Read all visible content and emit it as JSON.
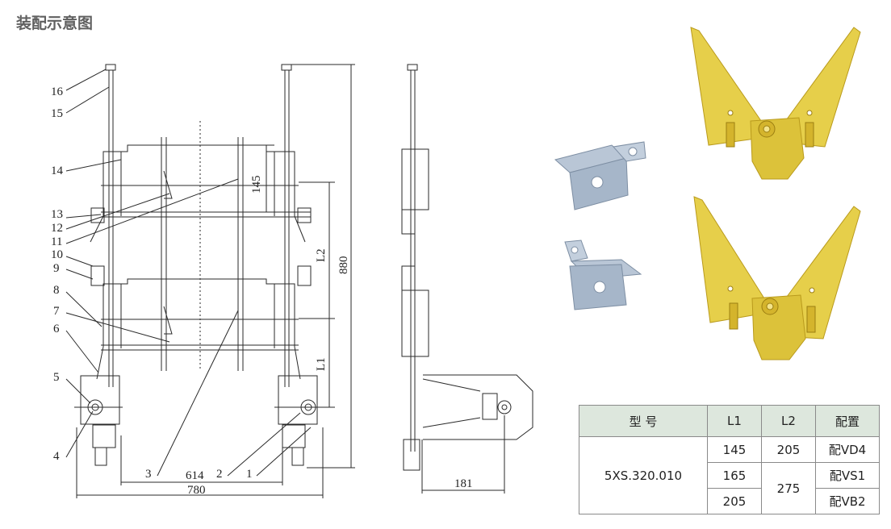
{
  "title": "装配示意图",
  "part_labels": [
    "16",
    "15",
    "14",
    "13",
    "12",
    "11",
    "10",
    "9",
    "8",
    "7",
    "6",
    "5",
    "4",
    "3",
    "2",
    "1"
  ],
  "dimensions": {
    "d145": "145",
    "L2": "L2",
    "d880": "880",
    "L1": "L1",
    "d614": "614",
    "d780": "780",
    "d181": "181"
  },
  "table": {
    "headers": [
      "型 号",
      "L1",
      "L2",
      "配置"
    ],
    "model": "5XS.320.010",
    "rows": [
      {
        "l1": "145",
        "l2": "205",
        "config": "配VD4"
      },
      {
        "l1": "165",
        "l2": "275",
        "config": "配VS1"
      },
      {
        "l1": "205",
        "config": "配VB2"
      }
    ]
  },
  "colors": {
    "line": "#2a2a2a",
    "brass": "#e6cf4a",
    "steel": "#a8b8cc",
    "table_header": "#dde7dd"
  }
}
